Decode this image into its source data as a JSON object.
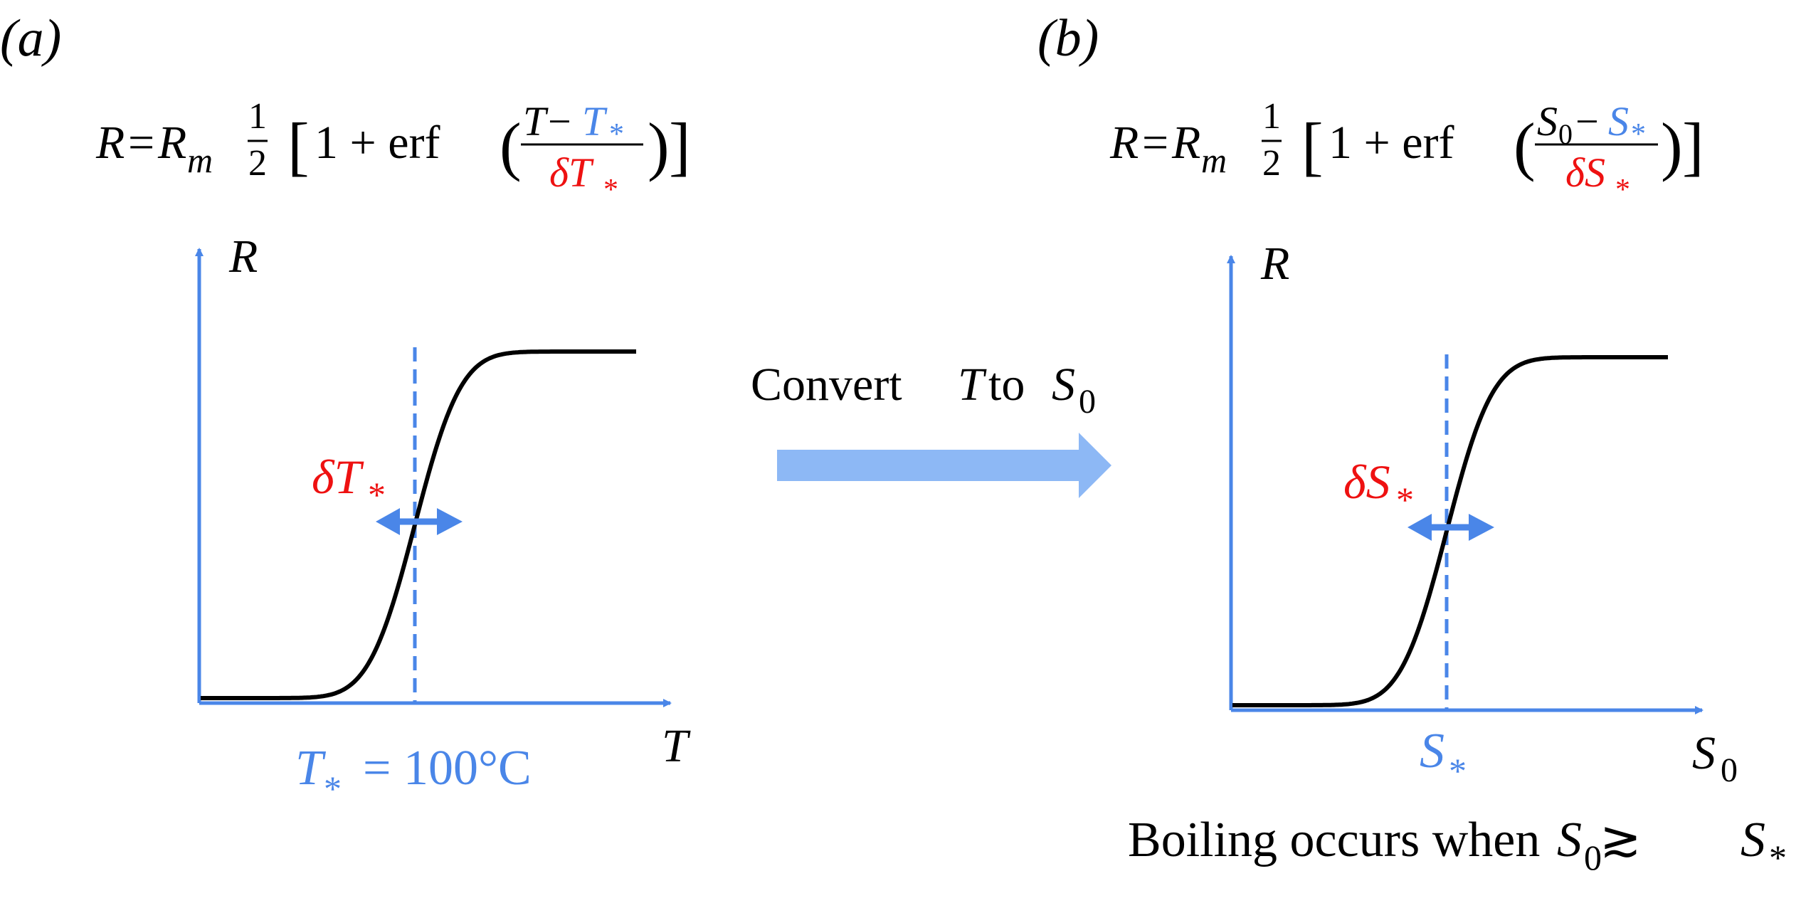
{
  "panel_a": {
    "label": "(a)",
    "formula": {
      "lhs": "R",
      "eq": "=",
      "coef": "R",
      "coef_sub": "m",
      "half_num": "1",
      "half_den": "2",
      "lbr": "[",
      "one_plus": "1 + erf",
      "lp": "(",
      "num_var": "T",
      "minus": "−",
      "num_star": "T",
      "num_star_sub": "*",
      "den": "δT",
      "den_sub": "*",
      "rp": ")",
      "rbr": "]"
    },
    "y_axis_label": "R",
    "x_axis_label": "T",
    "width_label": "δT",
    "width_label_sub": "*",
    "threshold_label": "T",
    "threshold_label_sub": "*",
    "threshold_value": "= 100°C"
  },
  "arrow_text": {
    "prefix": "Convert ",
    "from": "T",
    "middle": " to ",
    "to": "S",
    "to_sub": "0"
  },
  "panel_b": {
    "label": "(b)",
    "formula": {
      "lhs": "R",
      "eq": "=",
      "coef": "R",
      "coef_sub": "m",
      "half_num": "1",
      "half_den": "2",
      "lbr": "[",
      "one_plus": "1 + erf",
      "lp": "(",
      "num_var": "S",
      "num_var_sub": "0",
      "minus": "−",
      "num_star": "S",
      "num_star_sub": "*",
      "den": "δS",
      "den_sub": "*",
      "rp": ")",
      "rbr": "]"
    },
    "y_axis_label": "R",
    "x_axis_label": "S",
    "x_axis_label_sub": "0",
    "width_label": "δS",
    "width_label_sub": "*",
    "threshold_label": "S",
    "threshold_label_sub": "*",
    "caption": {
      "prefix": "Boiling occurs when ",
      "var": "S",
      "var_sub": "0",
      "rel": " ≳ ",
      "star": "S",
      "star_sub": "*"
    }
  },
  "colors": {
    "axis_blue": "#4a86e8",
    "label_red": "#ee1111",
    "curve": "#000000",
    "arrow_fill": "#8db8f5"
  }
}
